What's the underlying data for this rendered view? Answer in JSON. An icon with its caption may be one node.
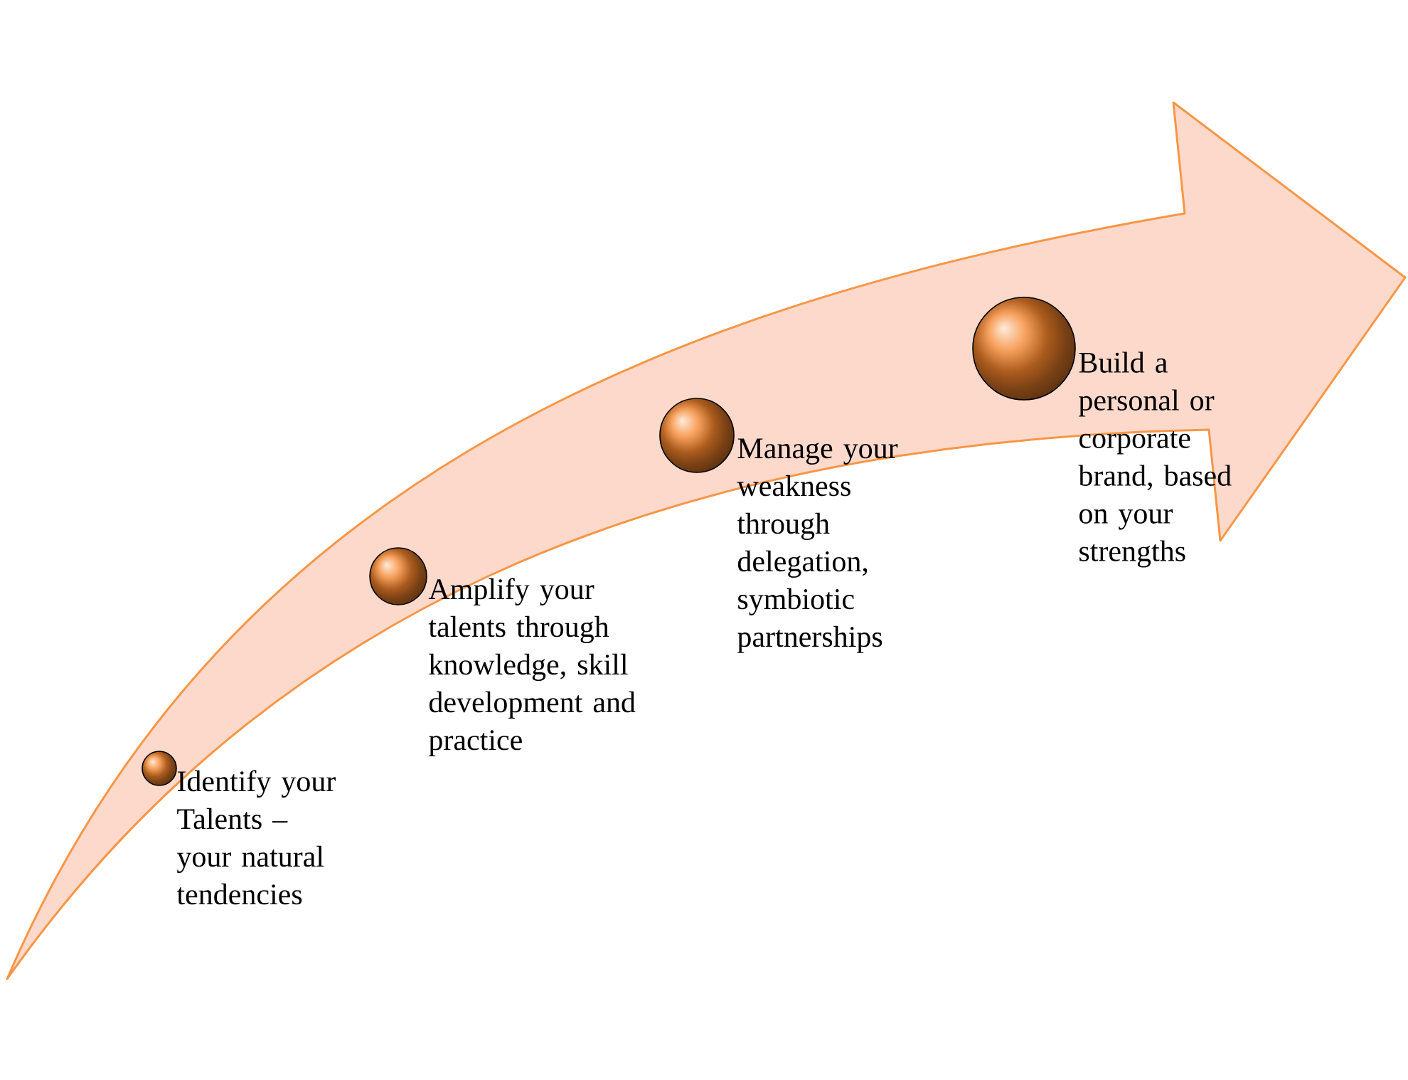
{
  "diagram": {
    "nodes": [
      {
        "text": [],
        "shape": "circle",
        "beside": [
          "Identify your Talents – your natural tendencies"
        ]
      },
      {
        "text": [],
        "shape": "circle",
        "beside": [
          "Amplify your talents through knowledge, skill development and practice"
        ]
      },
      {
        "text": [],
        "shape": "circle",
        "beside": [
          "Manage your weakness through delegation, symbiotic partnerships"
        ]
      },
      {
        "text": [],
        "shape": "circle",
        "beside": [
          "Build a personal or corporate brand, based on your strengths"
        ]
      }
    ]
  }
}
